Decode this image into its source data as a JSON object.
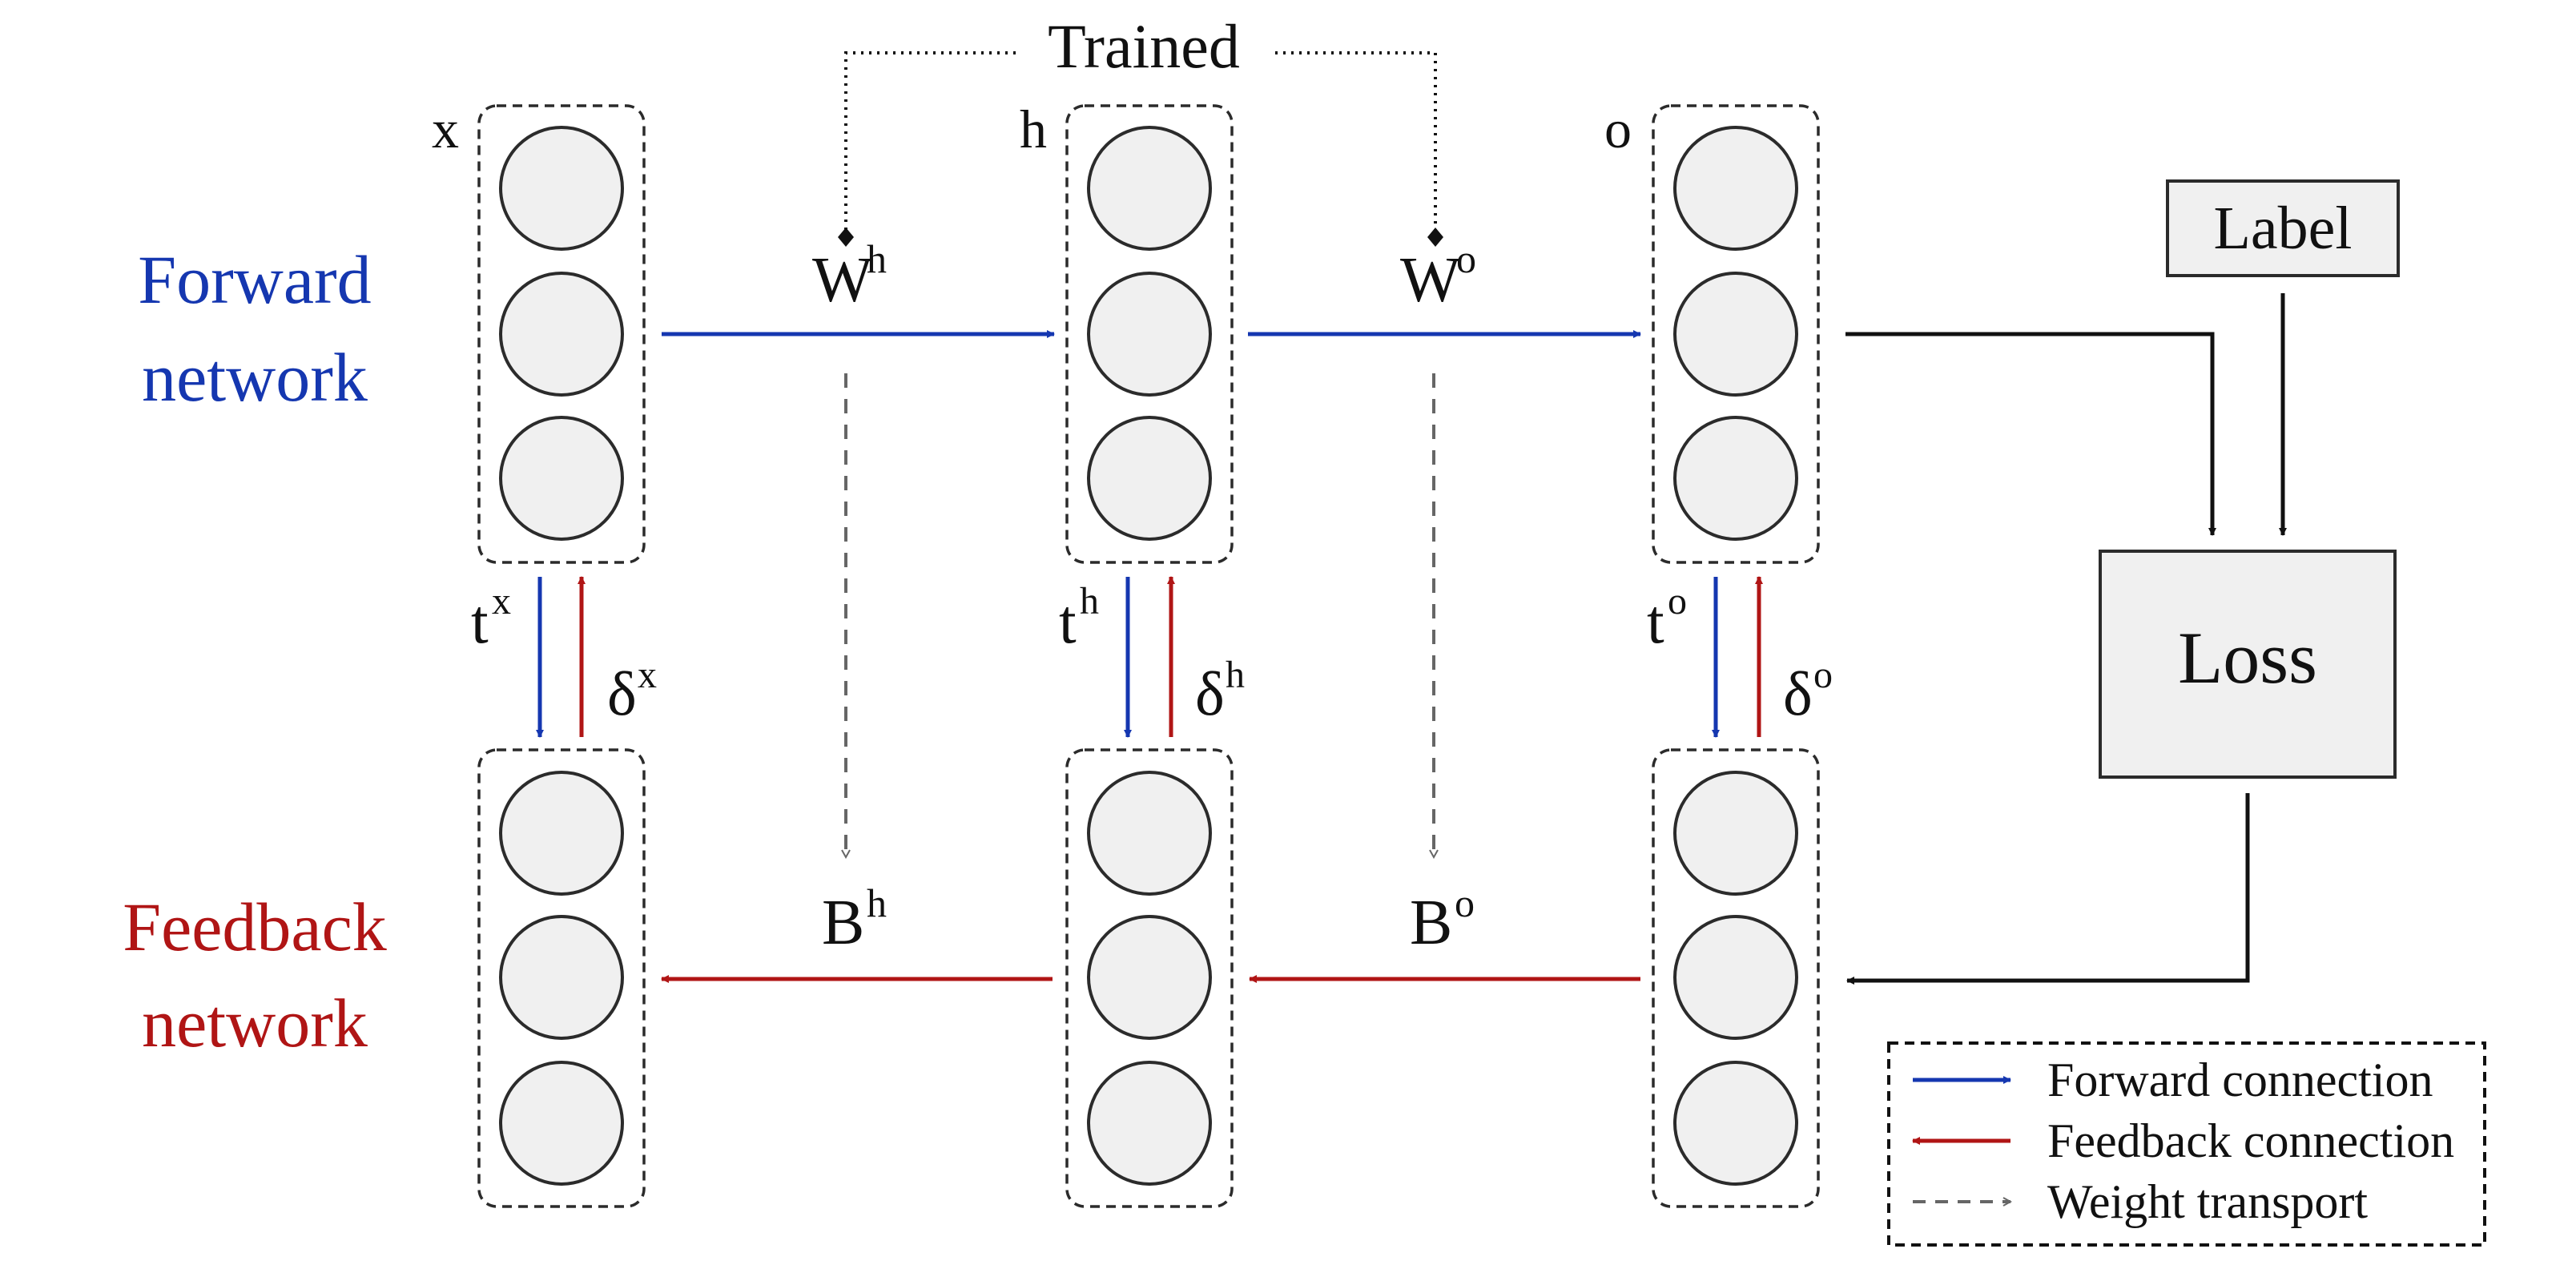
{
  "colors": {
    "forward": "#1537b0",
    "feedback": "#b01515",
    "transport": "#666666",
    "ink": "#111111"
  },
  "labels": {
    "trained": "Trained",
    "forward_network_line1": "Forward",
    "forward_network_line2": "network",
    "feedback_network_line1": "Feedback",
    "feedback_network_line2": "network",
    "layer_x": "x",
    "layer_h": "h",
    "layer_o": "o",
    "w_h": "W",
    "w_h_sup": "h",
    "w_o": "W",
    "w_o_sup": "o",
    "b_h": "B",
    "b_h_sup": "h",
    "b_o": "B",
    "b_o_sup": "o",
    "t_x": "t",
    "t_x_sup": "x",
    "t_h": "t",
    "t_h_sup": "h",
    "t_o": "t",
    "t_o_sup": "o",
    "d_x": "δ",
    "d_x_sup": "x",
    "d_h": "δ",
    "d_h_sup": "h",
    "d_o": "δ",
    "d_o_sup": "o",
    "label_box": "Label",
    "loss_box": "Loss"
  },
  "legend": {
    "items": [
      {
        "label": "Forward connection",
        "icon": "solid-blue-arrow"
      },
      {
        "label": "Feedback connection",
        "icon": "solid-red-arrow"
      },
      {
        "label": "Weight transport",
        "icon": "dashed-gray-arrow"
      }
    ]
  }
}
